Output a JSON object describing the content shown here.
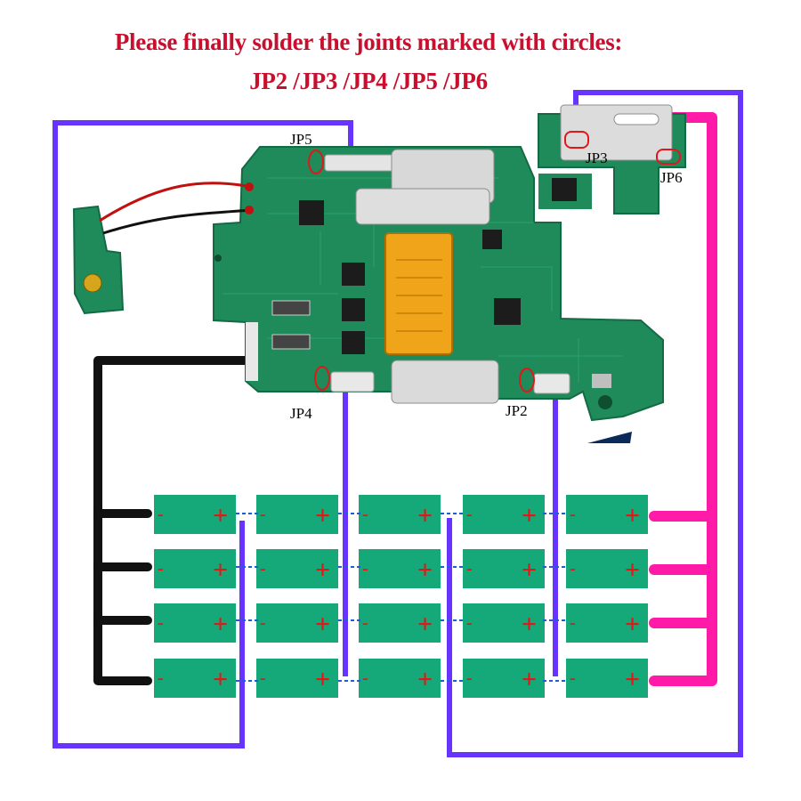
{
  "title": {
    "line1": "Please finally solder the joints marked with circles:",
    "line2": "JP2 /JP3 /JP4 /JP5 /JP6"
  },
  "jumpers": {
    "jp2": "JP2",
    "jp3": "JP3",
    "jp4": "JP4",
    "jp5": "JP5",
    "jp6": "JP6"
  },
  "cell": {
    "negative": "-",
    "positive": "+"
  },
  "colors": {
    "title": "#c8102e",
    "pcb": "#1f8a5a",
    "cell": "#15a878",
    "wire_blue": "#6633ff",
    "wire_black": "#111111",
    "wire_magenta": "#ff1aa8",
    "marker": "#e01818"
  }
}
